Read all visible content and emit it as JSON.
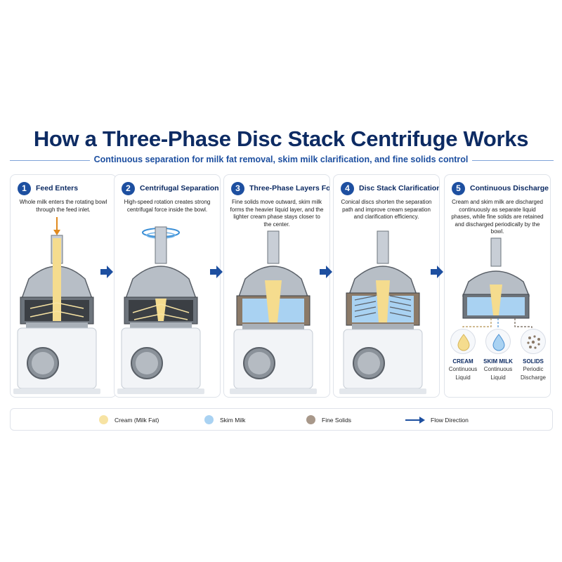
{
  "title": "How a Three-Phase Disc Stack Centrifuge Works",
  "subtitle": "Continuous separation for milk fat removal, skim milk clarification, and fine solids control",
  "steps": [
    {
      "number": "1",
      "title": "Feed Enters",
      "description": "Whole milk enters the rotating bowl through the feed inlet."
    },
    {
      "number": "2",
      "title": "Centrifugal Separation",
      "description": "High-speed rotation creates strong centrifugal force inside the bowl."
    },
    {
      "number": "3",
      "title": "Three-Phase Layers Form",
      "description": "Fine solids move outward, skim milk forms the heavier liquid layer, and the lighter cream phase stays closer to the center."
    },
    {
      "number": "4",
      "title": "Disc Stack Clarification",
      "description": "Conical discs shorten the separation path and improve cream separation and clarification efficiency."
    },
    {
      "number": "5",
      "title": "Continuous Discharge",
      "description": "Cream and skim milk are discharged continuously as separate liquid phases, while fine solids are retained and discharged periodically by the bowl."
    }
  ],
  "outputs": [
    {
      "name": "CREAM",
      "line1": "Continuous",
      "line2": "Liquid",
      "color": "#f5dc8e"
    },
    {
      "name": "SKIM MILK",
      "line1": "Continuous",
      "line2": "Liquid",
      "color": "#a9d2f2"
    },
    {
      "name": "SOLIDS",
      "line1": "Periodic",
      "line2": "Discharge",
      "color": "#8b7a68"
    }
  ],
  "legend": [
    {
      "label": "Cream (Milk Fat)",
      "color": "#f7e3a3"
    },
    {
      "label": "Skim Milk",
      "color": "#a9d2f2"
    },
    {
      "label": "Fine Solids",
      "color": "#a8988a"
    },
    {
      "label": "Flow Direction",
      "color": "#1d4fa0"
    }
  ],
  "colors": {
    "brand_dark": "#0d2b63",
    "brand_blue": "#1d4fa0",
    "steel": "#9aa3ad"
  }
}
